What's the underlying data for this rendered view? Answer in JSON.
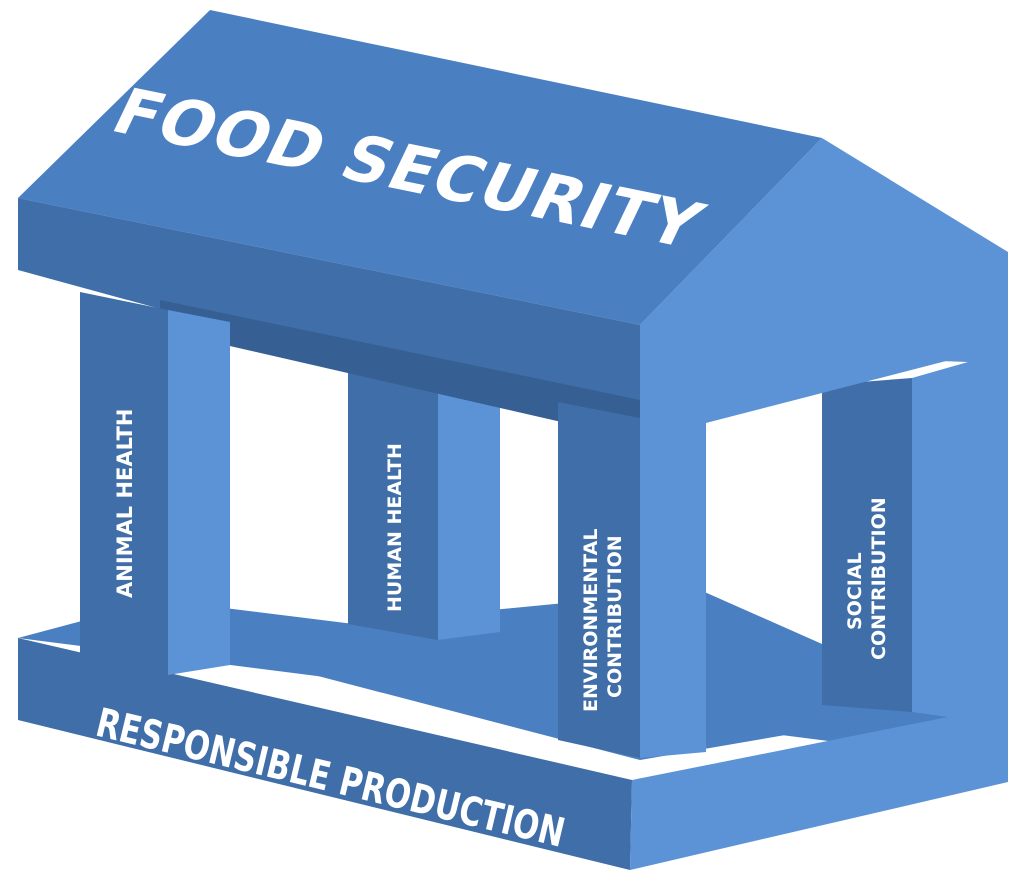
{
  "roof": {
    "title": "FOOD SECURITY"
  },
  "pillars": [
    {
      "id": "animal-health",
      "lines": [
        "ANIMAL HEALTH"
      ]
    },
    {
      "id": "human-health",
      "lines": [
        "HUMAN HEALTH"
      ]
    },
    {
      "id": "environmental-contribution",
      "lines": [
        "ENVIRONMENTAL",
        "CONTRIBUTION"
      ]
    },
    {
      "id": "social-contribution",
      "lines": [
        "SOCIAL",
        "CONTRIBUTION"
      ]
    }
  ],
  "base": {
    "title": "RESPONSIBLE PRODUCTION"
  },
  "colors": {
    "light_face": "#5b93d6",
    "mid_face": "#4a7fc1",
    "dark_face": "#3f6ea8",
    "shadow_face": "#365f94",
    "text": "#ffffff"
  }
}
